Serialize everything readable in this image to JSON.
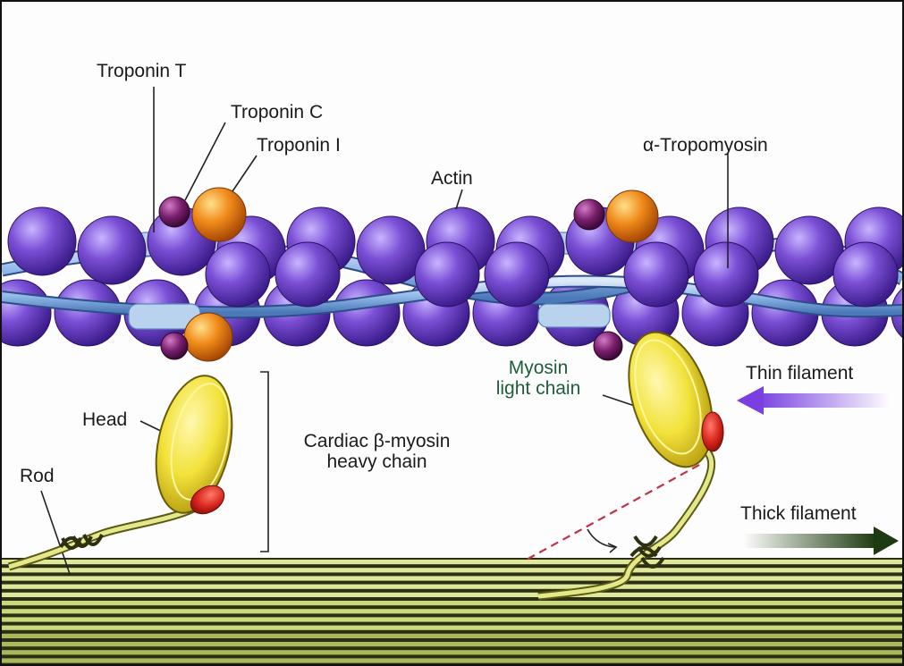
{
  "labels": {
    "troponin_t": "Troponin T",
    "troponin_c": "Troponin C",
    "troponin_i": "Troponin I",
    "actin": "Actin",
    "tropomyosin_prefix": "α",
    "tropomyosin": "-Tropomyosin",
    "head": "Head",
    "rod": "Rod",
    "heavy_chain_line1_a": "Cardiac ",
    "heavy_chain_beta": "β",
    "heavy_chain_line1_b": "-myosin",
    "heavy_chain_line2": "heavy chain",
    "light_chain_line1": "Myosin",
    "light_chain_line2": "light chain",
    "thin_filament": "Thin filament",
    "thick_filament": "Thick filament"
  },
  "colors": {
    "actin": "#7b4fd6",
    "tropomyosin": "#8fb7e6",
    "troponin_c": "#7a1f6e",
    "troponin_i": "#f08a1a",
    "troponin_t": "#b9d3ee",
    "myosin_head": "#f2e23a",
    "light_chain": "#d8261e",
    "thick_filament": "#c9d87a",
    "thin_arrow": "#9a6cf0",
    "thick_arrow": "#1d3a10",
    "dashed_line": "#c0304a",
    "light_chain_label": "#1d5e3a"
  }
}
